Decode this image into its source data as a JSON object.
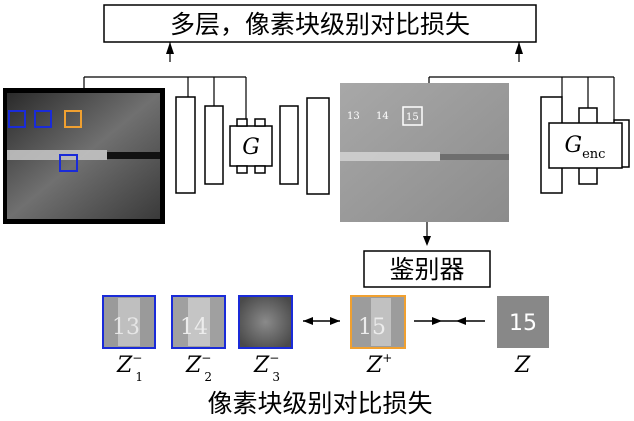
{
  "top_loss_label": "多层，像素块级别对比损失",
  "discriminator_label": "鉴别器",
  "bottom_loss_label": "像素块级别对比损失",
  "generator": {
    "symbol": "G"
  },
  "encoder": {
    "symbol": "G",
    "subscript": "enc"
  },
  "output_image_texts": [
    "13",
    "14",
    "15"
  ],
  "target_image_text": "15",
  "patches": [
    {
      "base": "Z",
      "sup": "−",
      "sub": "1",
      "patch_text": "13"
    },
    {
      "base": "Z",
      "sup": "−",
      "sub": "2",
      "patch_text": "14"
    },
    {
      "base": "Z",
      "sup": "−",
      "sub": "3",
      "patch_text": ""
    },
    {
      "base": "Z",
      "sup": "+",
      "sub": "",
      "patch_text": "15"
    },
    {
      "base": "Z",
      "sup": "",
      "sub": "",
      "patch_text": "15"
    }
  ],
  "colors": {
    "negative_box": "#1a2bd8",
    "positive_box": "#f0a030",
    "line": "#000000"
  }
}
